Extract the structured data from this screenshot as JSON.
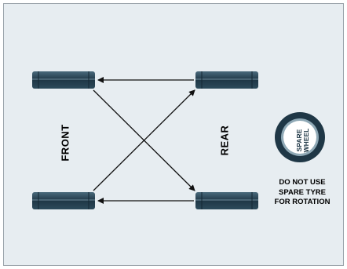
{
  "labels": {
    "front": "FRONT",
    "rear": "REAR"
  },
  "spare": {
    "line1": "SPARE",
    "line2": "WHEEL"
  },
  "note": {
    "line1": "DO NOT USE",
    "line2": "SPARE TYRE",
    "line3": "FOR ROTATION"
  },
  "colors": {
    "background": "#e7edf1",
    "tyre": "#1f3746",
    "tyre_highlight": "#4a6a7c",
    "arrow": "#111111"
  }
}
